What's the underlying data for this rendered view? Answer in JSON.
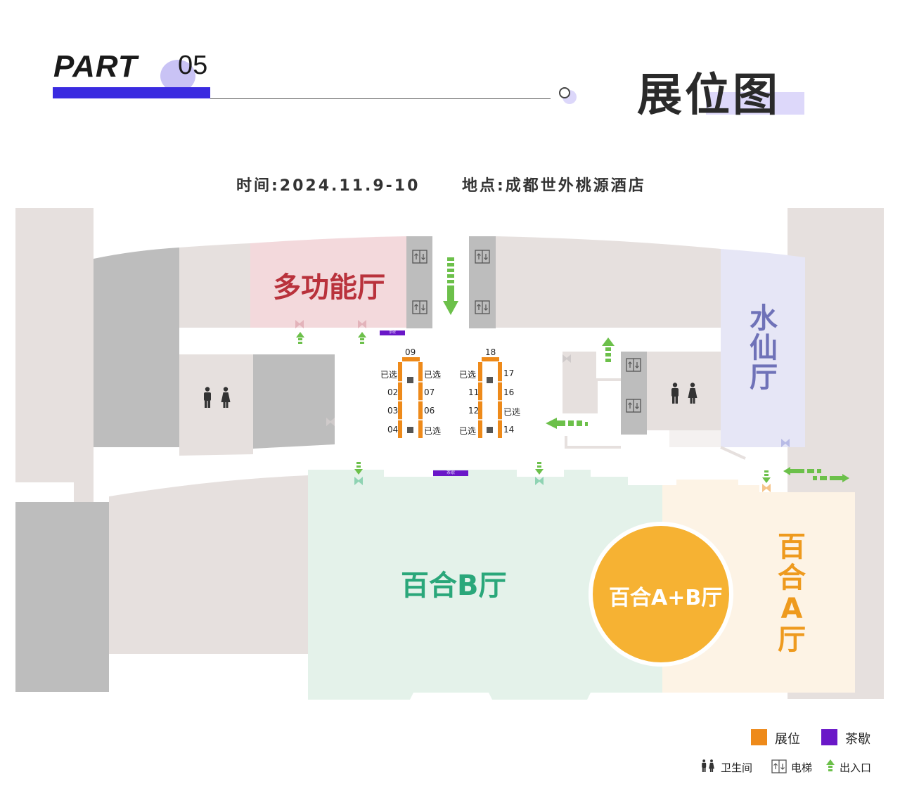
{
  "header": {
    "part_label": "PART",
    "part_number": "05",
    "title": "展位图"
  },
  "info": {
    "time": "时间:2024.11.9-10",
    "location": "地点:成都世外桃源酒店"
  },
  "rooms": {
    "multi": "多功能厅",
    "narcissus": "水仙厅",
    "lily_b": "百合B厅",
    "lily_ab": "百合A+B厅",
    "lily_a": "百合A厅"
  },
  "tea_label": "茶歇",
  "booths": {
    "left_top": "09",
    "right_top": "18",
    "left_rows": [
      {
        "l": "已选",
        "r": "已选"
      },
      {
        "l": "02",
        "r": "07"
      },
      {
        "l": "03",
        "r": "06"
      },
      {
        "l": "04",
        "r": "已选"
      }
    ],
    "right_rows": [
      {
        "l": "已选",
        "r": "17"
      },
      {
        "l": "11",
        "r": "16"
      },
      {
        "l": "12",
        "r": "已选"
      },
      {
        "l": "已选",
        "r": "14"
      }
    ]
  },
  "legend": {
    "booth": "展位",
    "tea": "茶歇",
    "restroom": "卫生间",
    "elevator": "电梯",
    "entrance": "出入口"
  },
  "colors": {
    "booth": "#ee8a1a",
    "tea": "#6a17c8",
    "arrow": "#6cc04a",
    "multi_text": "#b9323c",
    "narcissus_text": "#6f72b8",
    "lily_b_text": "#2aa77a",
    "lily_a_text": "#ee9a1e",
    "lily_ab_circle": "#f6b233"
  }
}
